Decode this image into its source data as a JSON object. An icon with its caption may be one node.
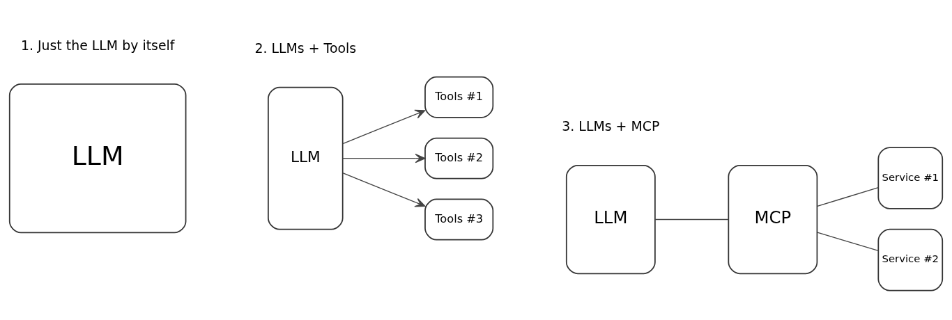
{
  "diagram": {
    "nodes": [
      {
        "text": [
          "LLM"
        ]
      },
      {
        "text": [
          "LLM"
        ]
      },
      {
        "text": [
          "Tools #1"
        ]
      },
      {
        "text": [
          "Tools #2"
        ]
      },
      {
        "text": [
          "Tools #3"
        ]
      },
      {
        "text": [
          "LLM"
        ]
      },
      {
        "text": [
          "MCP"
        ]
      },
      {
        "text": [
          "Service #1"
        ]
      },
      {
        "text": [
          "Service #2"
        ]
      }
    ],
    "edges": [
      {
        "from": 1,
        "to": 2,
        "arrow": "to"
      },
      {
        "from": 1,
        "to": 3,
        "arrow": "to"
      },
      {
        "from": 1,
        "to": 4,
        "arrow": "to"
      },
      {
        "from": 5,
        "to": 6,
        "arrow": "none"
      },
      {
        "from": 6,
        "to": 7,
        "arrow": "none"
      },
      {
        "from": 6,
        "to": 8,
        "arrow": "none"
      }
    ],
    "labels": [
      "1. Just the LLM by itself",
      "2. LLMs + Tools",
      "3. LLMs + MCP"
    ]
  }
}
